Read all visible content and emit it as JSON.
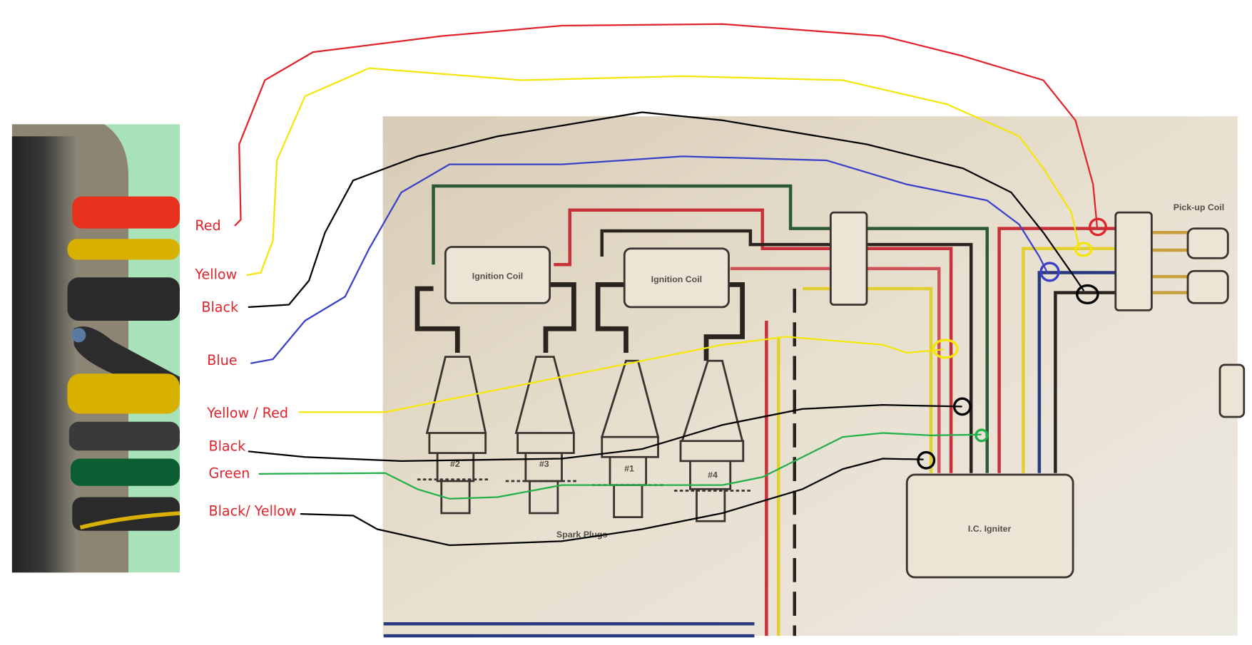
{
  "wire_labels": [
    {
      "text": "Red",
      "color": "#e0242c"
    },
    {
      "text": "Yellow",
      "color": "#f5e60a"
    },
    {
      "text": "Black",
      "color": "#000000"
    },
    {
      "text": "Blue",
      "color": "#3a40c8"
    },
    {
      "text": "Yellow / Red",
      "color": "#f5e60a"
    },
    {
      "text": "Black",
      "color": "#000000"
    },
    {
      "text": "Green",
      "color": "#22b04a"
    },
    {
      "text": "Black/ Yellow",
      "color": "#000000"
    }
  ],
  "diagram": {
    "ignition_coil_1": "Ignition Coil",
    "ignition_coil_2": "Ignition Coil",
    "spark_plugs": "Spark Plugs",
    "plug_numbers": [
      "#2",
      "#3",
      "#1",
      "#4"
    ],
    "igniter": "I.C. Igniter",
    "pickup_coil": "Pick-up Coil"
  },
  "colors": {
    "label_text": "#e0242c",
    "paper": "#e6dccb",
    "connector_bg": "#a8e2b8"
  }
}
